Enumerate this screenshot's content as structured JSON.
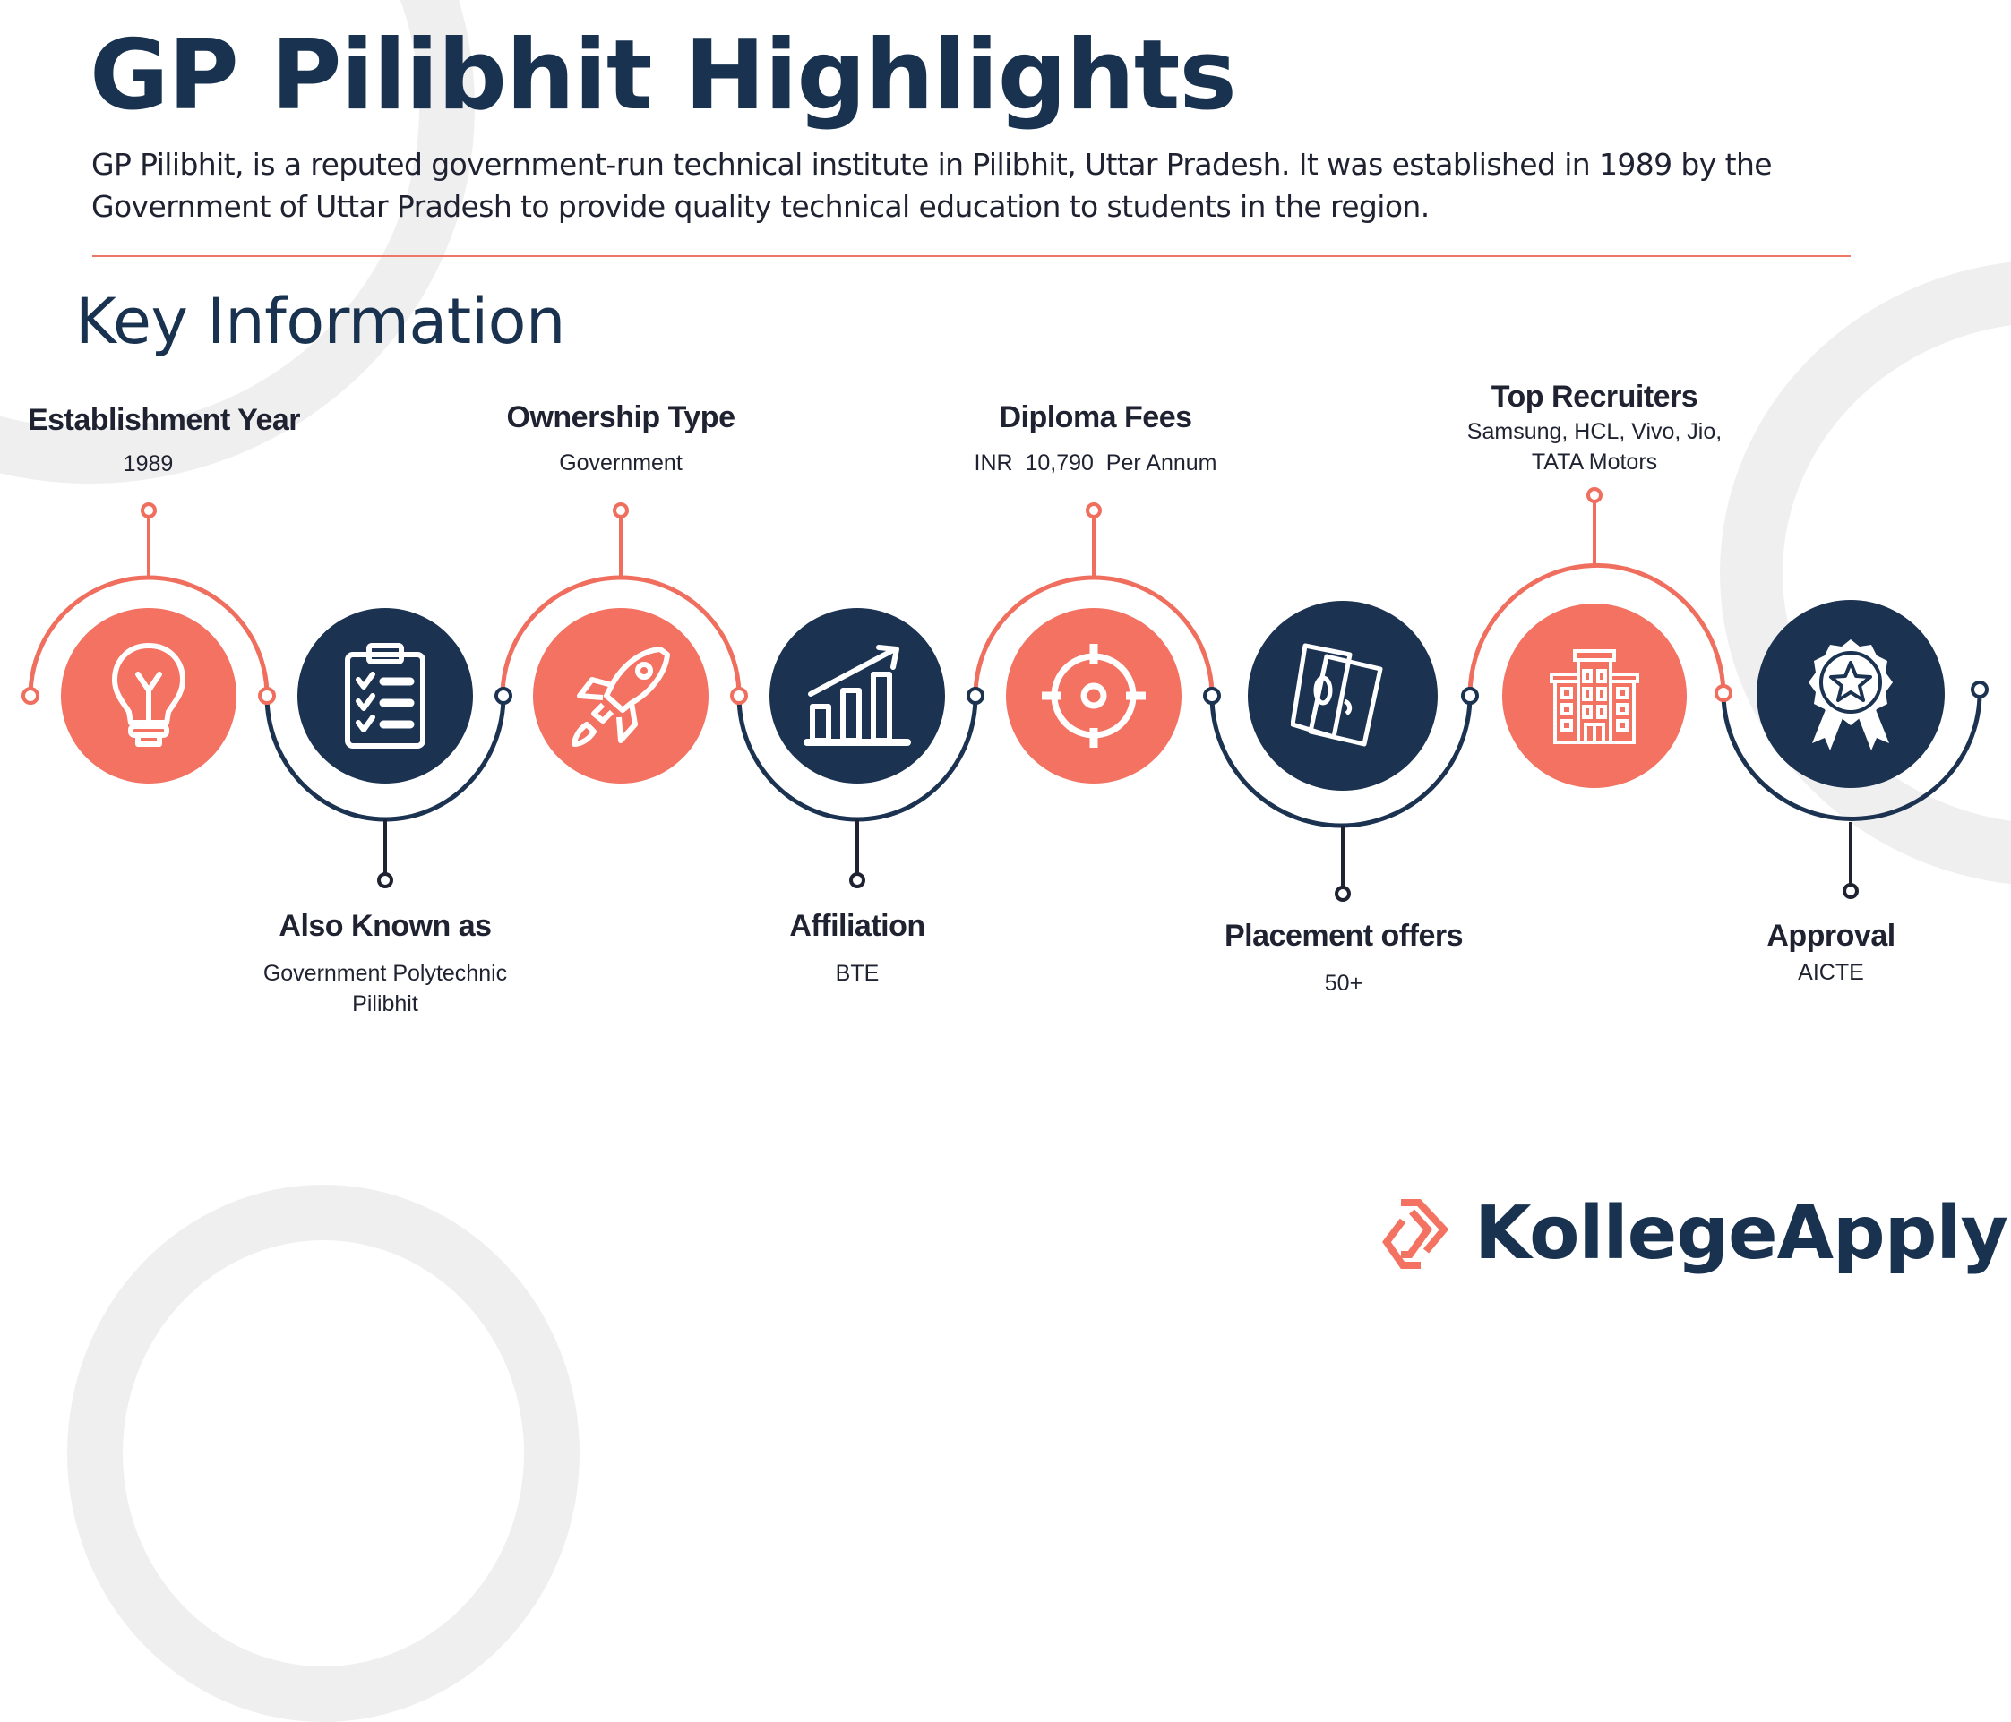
{
  "header": {
    "title": "GP Pilibhit Highlights",
    "intro": " GP Pilibhit, is a reputed government-run technical institute in Pilibhit, Uttar Pradesh. It was established in 1989 by the Government of Uttar Pradesh to provide quality technical education to students in the region."
  },
  "section": {
    "title": "Key Information"
  },
  "colors": {
    "navy": "#1b3251",
    "coral": "#f37262",
    "text": "#1f2230",
    "decor": "#efefef"
  },
  "items": [
    {
      "title": "Establishment Year",
      "value": "1989",
      "icon": "lightbulb-icon",
      "color": "coral",
      "position": "top"
    },
    {
      "title": "Also Known as",
      "value": "Government Polytechnic",
      "value2": "Pilibhit",
      "icon": "clipboard-checklist-icon",
      "color": "navy",
      "position": "bottom"
    },
    {
      "title": "Ownership Type",
      "value": "Government",
      "icon": "rocket-icon",
      "color": "coral",
      "position": "top"
    },
    {
      "title": "Affiliation",
      "value": "BTE",
      "icon": "growth-chart-icon",
      "color": "navy",
      "position": "bottom"
    },
    {
      "title": "Diploma Fees",
      "value": "INR  10,790  Per Annum",
      "icon": "target-icon",
      "color": "coral",
      "position": "top"
    },
    {
      "title": "Placement offers",
      "value": "50+",
      "icon": "money-icon",
      "color": "navy",
      "position": "bottom"
    },
    {
      "title": "Top Recruiters",
      "value": "Samsung, HCL, Vivo, Jio,",
      "value2": "TATA Motors",
      "icon": "building-icon",
      "color": "coral",
      "position": "top"
    },
    {
      "title": "Approval",
      "value": "AICTE",
      "icon": "award-badge-icon",
      "color": "navy",
      "position": "bottom"
    }
  ],
  "logo": {
    "text": "KollegeApply"
  }
}
